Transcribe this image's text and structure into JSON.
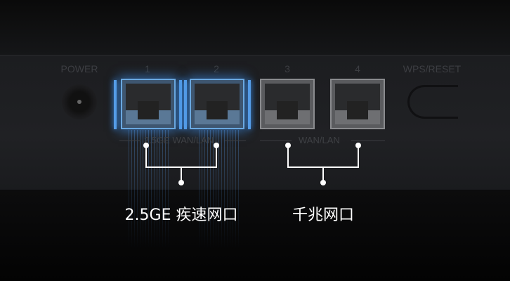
{
  "panel_labels": {
    "power": "POWER",
    "port1": "1",
    "port2": "2",
    "port3": "3",
    "port4": "4",
    "wps": "WPS/RESET"
  },
  "group_labels": {
    "fast": "2.5GE WAN/LAN",
    "gigabit": "WAN/LAN"
  },
  "captions": {
    "fast": "2.5GE 疾速网口",
    "gigabit": "千兆网口"
  },
  "colors": {
    "highlight": "#5aa0e8",
    "panel": "#1f2023"
  }
}
